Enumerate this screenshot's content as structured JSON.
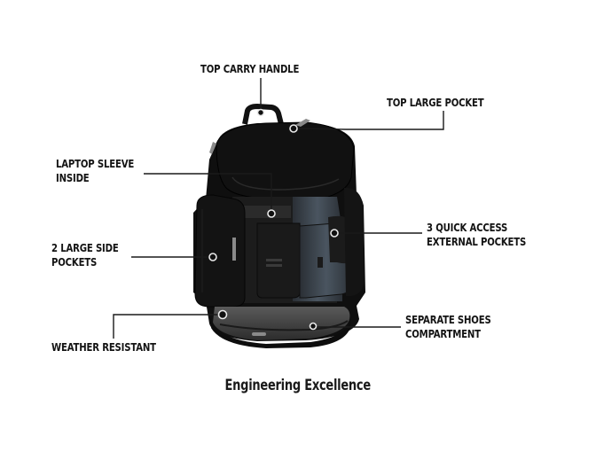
{
  "callouts": {
    "top_carry_handle": "TOP CARRY HANDLE",
    "top_large_pocket": "TOP LARGE POCKET",
    "laptop_sleeve_line1": "LAPTOP SLEEVE",
    "laptop_sleeve_line2": "INSIDE",
    "quick_access_line1": "3 QUICK ACCESS",
    "quick_access_line2": "EXTERNAL POCKETS",
    "side_pockets_line1": "2 LARGE SIDE",
    "side_pockets_line2": "POCKETS",
    "weather_resistant": "WEATHER RESISTANT",
    "shoes_line1": "SEPARATE SHOES",
    "shoes_line2": "COMPARTMENT"
  },
  "caption": "Engineering Excellence",
  "colors": {
    "background": "#ffffff",
    "text": "#141414",
    "leader": "#1a1a1a",
    "bag_dark": "#0d0d0d",
    "bag_mid": "#2a2a2a",
    "panel_blue": "#3b4650",
    "zipper": "#8a8a8a"
  }
}
